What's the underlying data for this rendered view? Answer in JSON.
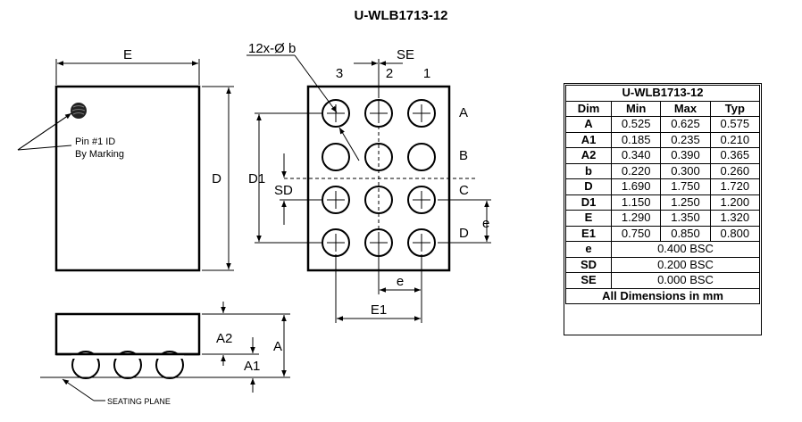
{
  "title": "U-WLB1713-12",
  "labels": {
    "E": "E",
    "D": "D",
    "D1": "D1",
    "SD": "SD",
    "SE": "SE",
    "E1": "E1",
    "e_h": "e",
    "e_v": "e",
    "A": "A",
    "A1": "A1",
    "A2": "A2",
    "ball_spec": "12x-Ø b",
    "pin1_line1": "Pin #1  ID",
    "pin1_line2": "By Marking",
    "seating_plane": "SEATING PLANE",
    "cols": [
      "3",
      "2",
      "1"
    ],
    "rows": [
      "A",
      "B",
      "C",
      "D"
    ]
  },
  "table": {
    "title": "U-WLB1713-12",
    "headers": [
      "Dim",
      "Min",
      "Max",
      "Typ"
    ],
    "rows": [
      {
        "dim": "A",
        "min": "0.525",
        "max": "0.625",
        "typ": "0.575"
      },
      {
        "dim": "A1",
        "min": "0.185",
        "max": "0.235",
        "typ": "0.210"
      },
      {
        "dim": "A2",
        "min": "0.340",
        "max": "0.390",
        "typ": "0.365"
      },
      {
        "dim": "b",
        "min": "0.220",
        "max": "0.300",
        "typ": "0.260"
      },
      {
        "dim": "D",
        "min": "1.690",
        "max": "1.750",
        "typ": "1.720"
      },
      {
        "dim": "D1",
        "min": "1.150",
        "max": "1.250",
        "typ": "1.200"
      },
      {
        "dim": "E",
        "min": "1.290",
        "max": "1.350",
        "typ": "1.320"
      },
      {
        "dim": "E1",
        "min": "0.750",
        "max": "0.850",
        "typ": "0.800"
      }
    ],
    "bsc_rows": [
      {
        "dim": "e",
        "value": "0.400 BSC"
      },
      {
        "dim": "SD",
        "value": "0.200 BSC"
      },
      {
        "dim": "SE",
        "value": "0.000 BSC"
      }
    ],
    "footer": "All Dimensions in mm"
  }
}
